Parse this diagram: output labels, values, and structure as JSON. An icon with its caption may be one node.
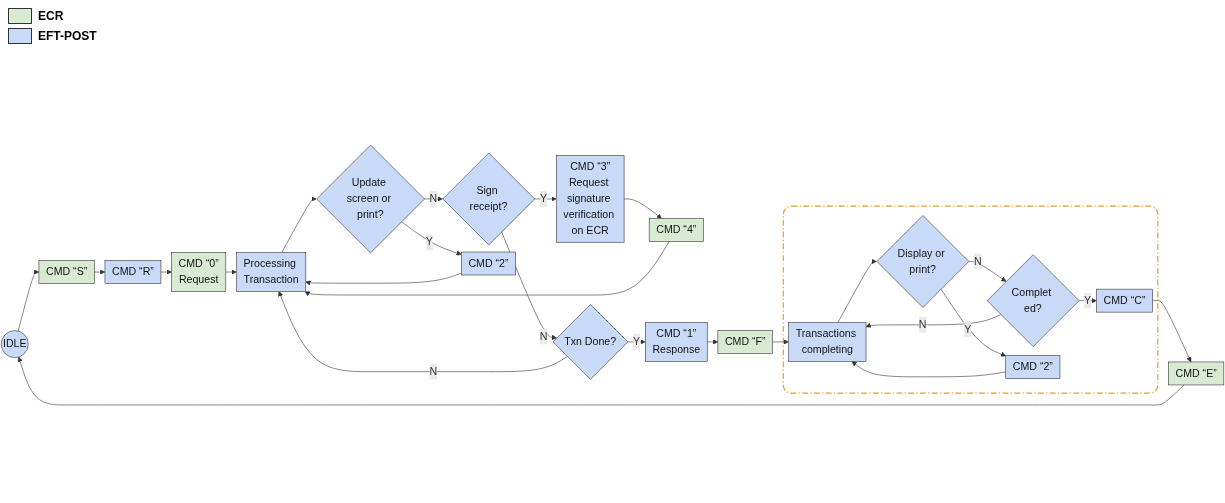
{
  "diagram": {
    "nodes": [
      {
        "text": [
          "IDLE"
        ]
      },
      {
        "text": [
          "CMD “S”"
        ]
      },
      {
        "text": [
          "CMD “R”"
        ]
      },
      {
        "text": [
          "CMD “0”",
          "Request"
        ]
      },
      {
        "text": [
          "Processing Transaction"
        ]
      },
      {
        "text": [
          "Update screen or print?"
        ]
      },
      {
        "text": [
          "Sign receipt?"
        ]
      },
      {
        "text": [
          "CMD “3”",
          "Request signature verification on ECR"
        ]
      },
      {
        "text": [
          "CMD “4”"
        ]
      },
      {
        "text": [
          "CMD “2”"
        ]
      },
      {
        "text": [
          "Txn Done?"
        ]
      },
      {
        "text": [
          "CMD “1”",
          "Response"
        ]
      },
      {
        "text": [
          "CMD “F”"
        ]
      },
      {
        "text": [],
        "shape": "box"
      },
      {
        "text": [
          "Transactions completing"
        ],
        "in": 13
      },
      {
        "text": [
          "Display or print?"
        ],
        "in": 13
      },
      {
        "text": [
          "Complet ed?"
        ],
        "in": 13
      },
      {
        "text": [
          "CMD “2”"
        ],
        "in": 13
      },
      {
        "text": [
          "CMD “C”"
        ],
        "in": 13
      },
      {
        "text": [
          "CMD “E”"
        ]
      }
    ],
    "edges": [
      {
        "from": 0,
        "to": 1,
        "arrow": "to"
      },
      {
        "from": 1,
        "to": 2,
        "arrow": "to"
      },
      {
        "from": 2,
        "to": 3,
        "arrow": "to"
      },
      {
        "from": 3,
        "to": 4,
        "arrow": "to"
      },
      {
        "from": 4,
        "to": 5,
        "arrow": "to"
      },
      {
        "from": 5,
        "to": 6,
        "arrow": "to",
        "label": "N"
      },
      {
        "from": 6,
        "to": 7,
        "arrow": "to",
        "label": "Y"
      },
      {
        "from": 7,
        "to": 8,
        "arrow": "to"
      },
      {
        "from": 8,
        "to": 4,
        "arrow": "to"
      },
      {
        "from": 5,
        "to": 9,
        "arrow": "to",
        "label": "Y"
      },
      {
        "from": 9,
        "to": 4,
        "arrow": "to"
      },
      {
        "from": 6,
        "to": 10,
        "arrow": "to",
        "label": "N"
      },
      {
        "from": 10,
        "to": 4,
        "arrow": "to",
        "label": "N"
      },
      {
        "from": 10,
        "to": 11,
        "arrow": "to",
        "label": "Y"
      },
      {
        "from": 11,
        "to": 12,
        "arrow": "to"
      },
      {
        "from": 12,
        "to": 14,
        "arrow": "to"
      },
      {
        "from": 14,
        "to": 15,
        "arrow": "to"
      },
      {
        "from": 15,
        "to": 16,
        "arrow": "to",
        "label": "N"
      },
      {
        "from": 15,
        "to": 17,
        "arrow": "to",
        "label": "Y"
      },
      {
        "from": 17,
        "to": 14,
        "arrow": "to"
      },
      {
        "from": 16,
        "to": 14,
        "arrow": "to",
        "label": "N"
      },
      {
        "from": 16,
        "to": 18,
        "arrow": "to",
        "label": "Y"
      },
      {
        "from": 18,
        "to": 19,
        "arrow": "to"
      },
      {
        "from": 19,
        "to": 0,
        "arrow": "to"
      }
    ],
    "legend": [
      {
        "text": "ECR",
        "color": "#d9ead3"
      },
      {
        "text": "EFT-POST",
        "color": "#c9daf8"
      }
    ]
  }
}
